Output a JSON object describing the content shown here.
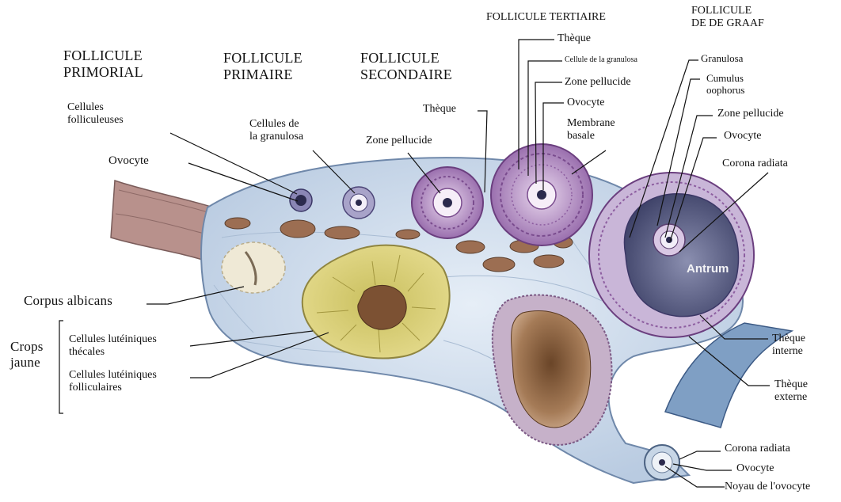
{
  "titles": {
    "primordial": [
      "FOLLICULE",
      "PRIMORIAL"
    ],
    "primary": [
      "FOLLICULE",
      "PRIMAIRE"
    ],
    "secondary": [
      "FOLLICULE",
      "SECONDAIRE"
    ],
    "tertiary": "FOLLICULE TERTIAIRE",
    "graaf": [
      "FOLLICULE",
      "DE DE GRAAF"
    ]
  },
  "labels": {
    "cellules_folliculeuses": [
      "Cellules",
      "folliculeuses"
    ],
    "ovocyte_left": "Ovocyte",
    "cellules_granulosa": [
      "Cellules de",
      "la granulosa"
    ],
    "zone_pellucide_sec": "Zone pellucide",
    "theque_sec": "Thèque",
    "theque_ter": "Thèque",
    "cellule_granulosa_ter": "Cellule de la granulosa",
    "zone_pellucide_ter": "Zone pellucide",
    "ovocyte_ter": "Ovocyte",
    "membrane_basale": [
      "Membrane",
      "basale"
    ],
    "granulosa_graaf": "Granulosa",
    "cumulus": [
      "Cumulus",
      "oophorus"
    ],
    "zone_pellucide_graaf": "Zone pellucide",
    "ovocyte_graaf": "Ovocyte",
    "corona_graaf": "Corona radiata",
    "antrum": "Antrum",
    "corpus_albicans": "Corpus albicans",
    "crops_jaune": [
      "Crops",
      "jaune"
    ],
    "luteiniques_thecales": [
      "Cellules lutéiniques",
      "thécales"
    ],
    "luteiniques_folliculaires": [
      "Cellules lutéiniques",
      "folliculaires"
    ],
    "theque_interne": [
      "Thèque",
      "interne"
    ],
    "theque_externe": [
      "Thèque",
      "externe"
    ],
    "corona_bottom": "Corona radiata",
    "ovocyte_bottom": "Ovocyte",
    "noyau": "Noyau de l'ovocyte"
  },
  "colors": {
    "ovary": "#cfdcec",
    "stroma_lines": "#9fb3cc",
    "follicle_ring": "#8a5f9c",
    "corpus_luteum": "#d9cf73",
    "corpus_center": "#7c5133",
    "antrum": "#5b5f86",
    "ligament": "#b58e8a"
  }
}
